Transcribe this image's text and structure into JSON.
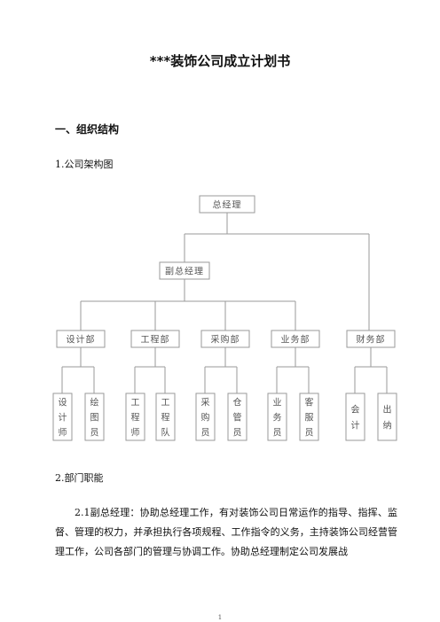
{
  "doc": {
    "title": "***装饰公司成立计划书",
    "section1": "一、组织结构",
    "sub1": "1.公司架构图",
    "sub2": "2.部门职能",
    "para": "2.1副总经理：协助总经理工作，有对装饰公司日常运作的指导、指挥、监督、管理的权力，并承担执行各项规程、工作指令的义务，主持装饰公司经营管理工作，公司各部门的管理与协调工作。协助总经理制定公司发展战",
    "page_number": "1"
  },
  "org": {
    "top": "总经理",
    "deputy": "副总经理",
    "departments": [
      {
        "name": "设计部",
        "children": [
          "设计师",
          "绘图员"
        ]
      },
      {
        "name": "工程部",
        "children": [
          "工程师",
          "工程队"
        ]
      },
      {
        "name": "采购部",
        "children": [
          "采购员",
          "仓管员"
        ]
      },
      {
        "name": "业务部",
        "children": [
          "业务员",
          "客服员"
        ]
      },
      {
        "name": "财务部",
        "children": [
          "会计",
          "出纳"
        ]
      }
    ]
  }
}
